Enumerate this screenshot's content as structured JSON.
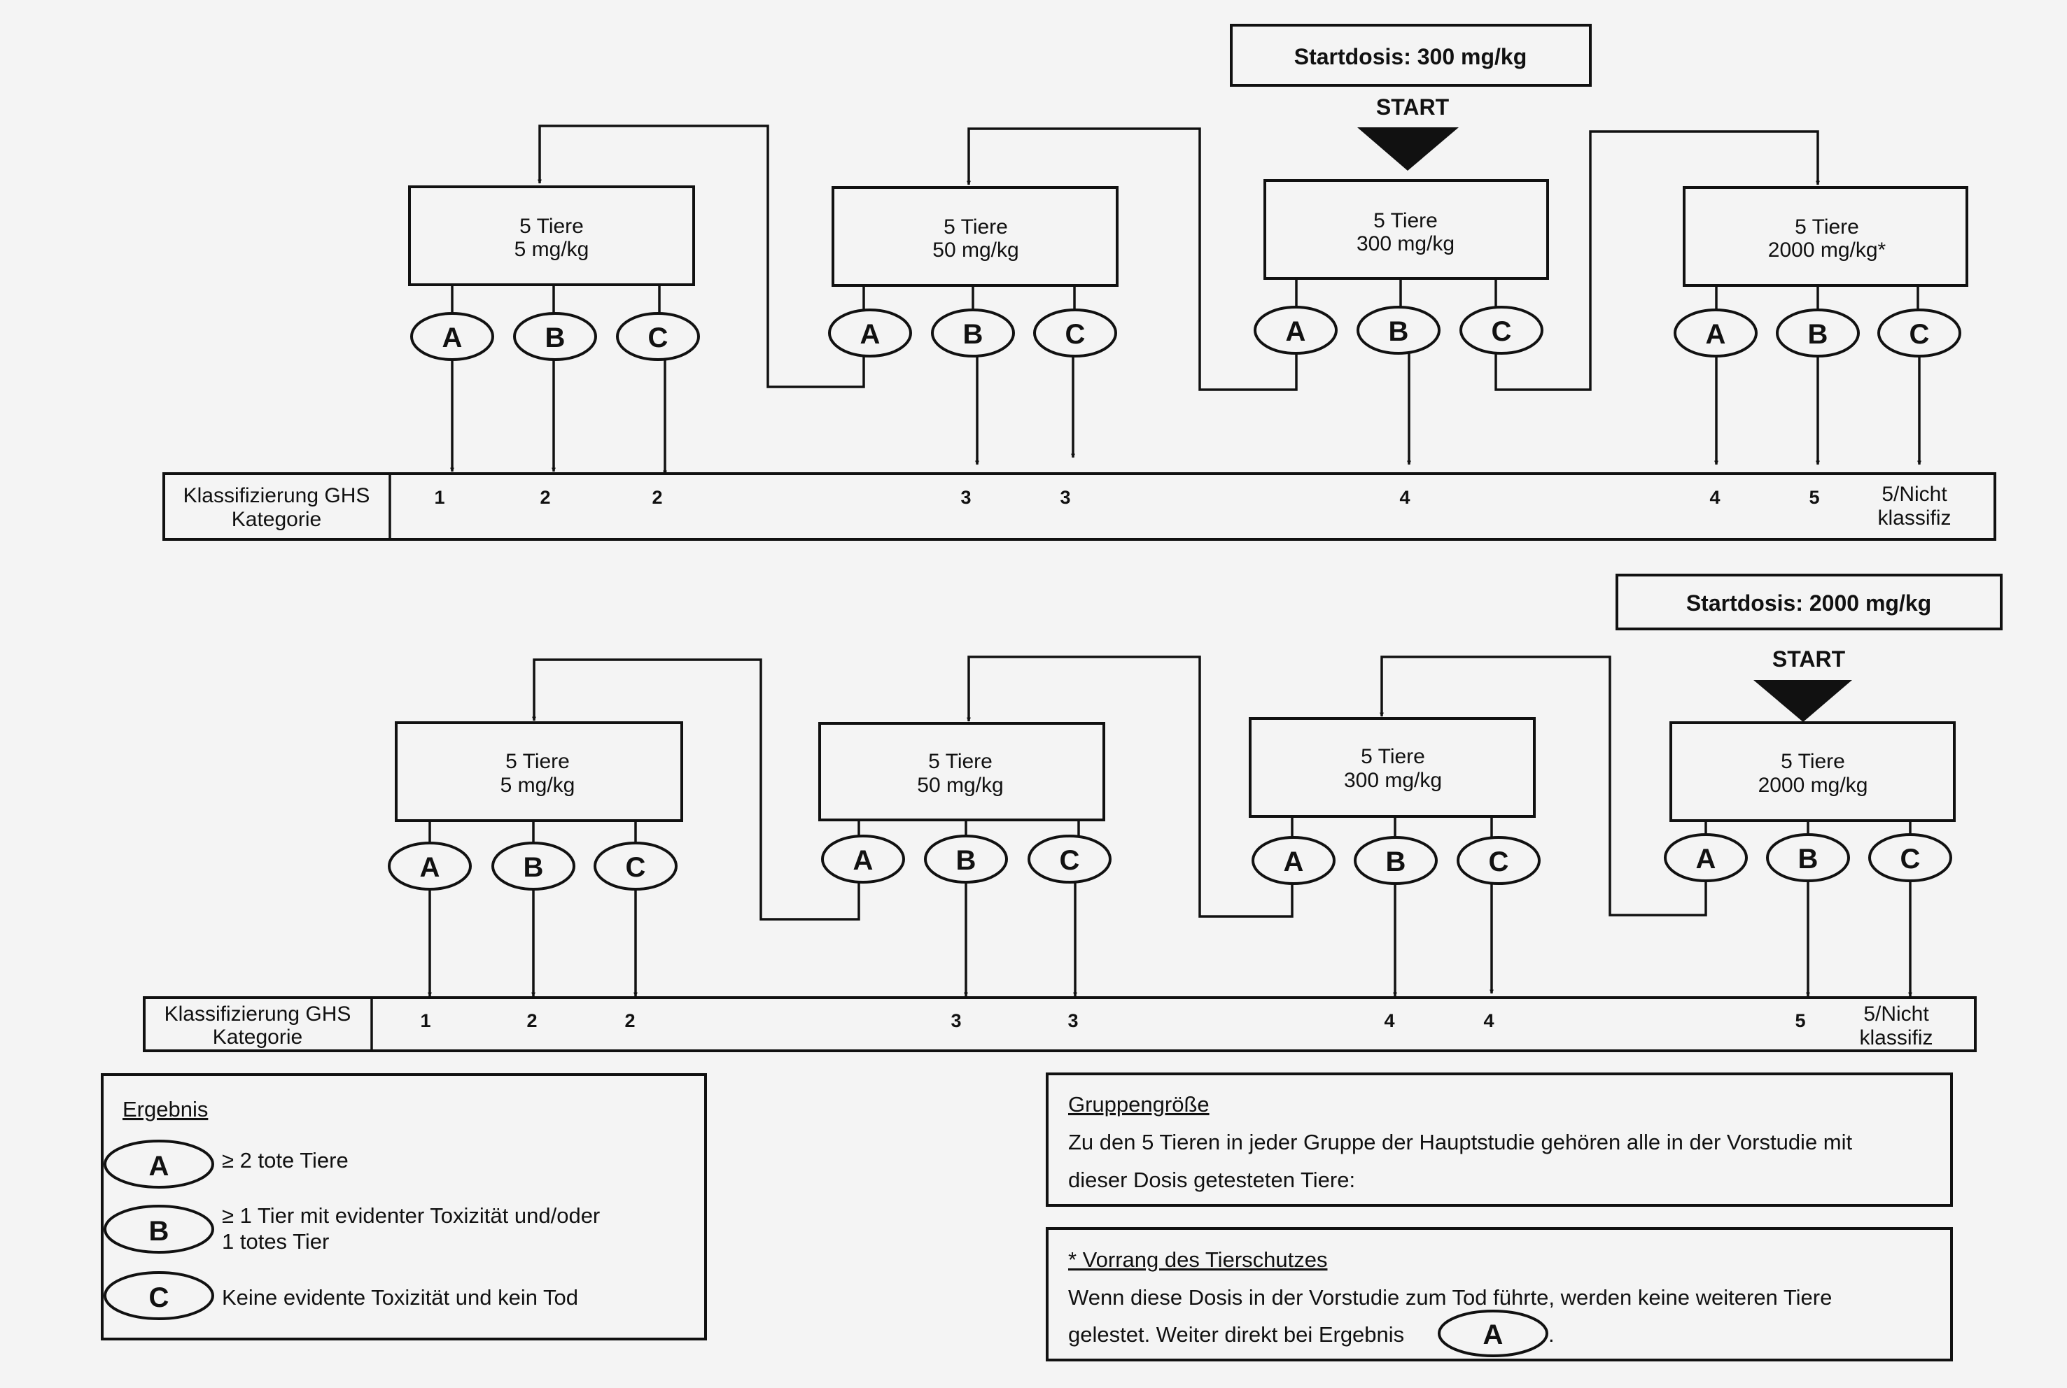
{
  "flowcharts": [
    {
      "id": "startdose-300",
      "startdose_label": "Startdosis: 300 mg/kg",
      "start_label": "START",
      "start_group_index": 2,
      "groups": [
        {
          "line1": "5 Tiere",
          "line2": "5 mg/kg",
          "outcomes": [
            "A",
            "B",
            "C"
          ]
        },
        {
          "line1": "5 Tiere",
          "line2": "50 mg/kg",
          "outcomes": [
            "A",
            "B",
            "C"
          ]
        },
        {
          "line1": "5 Tiere",
          "line2": "300 mg/kg",
          "outcomes": [
            "A",
            "B",
            "C"
          ]
        },
        {
          "line1": "5 Tiere",
          "line2": "2000 mg/kg*",
          "outcomes": [
            "A",
            "B",
            "C"
          ]
        }
      ],
      "transitions": [
        {
          "from_group": 1,
          "outcome": "A",
          "to_group": 0
        },
        {
          "from_group": 2,
          "outcome": "A",
          "to_group": 1
        },
        {
          "from_group": 2,
          "outcome": "C",
          "to_group": 3
        }
      ],
      "classification": {
        "label_line1": "Klassifizierung GHS",
        "label_line2": "Kategorie",
        "results": [
          {
            "from_group": 0,
            "outcome": "A",
            "category": "1"
          },
          {
            "from_group": 0,
            "outcome": "B",
            "category": "2"
          },
          {
            "from_group": 0,
            "outcome": "C",
            "category": "2"
          },
          {
            "from_group": 1,
            "outcome": "B",
            "category": "3"
          },
          {
            "from_group": 1,
            "outcome": "C",
            "category": "3"
          },
          {
            "from_group": 2,
            "outcome": "B",
            "category": "4"
          },
          {
            "from_group": 3,
            "outcome": "A",
            "category": "4"
          },
          {
            "from_group": 3,
            "outcome": "B",
            "category": "5"
          },
          {
            "from_group": 3,
            "outcome": "C",
            "category": "5/Nicht\nklassifiz"
          }
        ]
      }
    },
    {
      "id": "startdose-2000",
      "startdose_label": "Startdosis: 2000 mg/kg",
      "start_label": "START",
      "start_group_index": 3,
      "groups": [
        {
          "line1": "5 Tiere",
          "line2": "5 mg/kg",
          "outcomes": [
            "A",
            "B",
            "C"
          ]
        },
        {
          "line1": "5 Tiere",
          "line2": "50 mg/kg",
          "outcomes": [
            "A",
            "B",
            "C"
          ]
        },
        {
          "line1": "5 Tiere",
          "line2": "300 mg/kg",
          "outcomes": [
            "A",
            "B",
            "C"
          ]
        },
        {
          "line1": "5 Tiere",
          "line2": "2000 mg/kg",
          "outcomes": [
            "A",
            "B",
            "C"
          ]
        }
      ],
      "transitions": [
        {
          "from_group": 1,
          "outcome": "A",
          "to_group": 0
        },
        {
          "from_group": 2,
          "outcome": "A",
          "to_group": 1
        },
        {
          "from_group": 3,
          "outcome": "A",
          "to_group": 2
        }
      ],
      "classification": {
        "label_line1": "Klassifizierung GHS",
        "label_line2": "Kategorie",
        "results": [
          {
            "from_group": 0,
            "outcome": "A",
            "category": "1"
          },
          {
            "from_group": 0,
            "outcome": "B",
            "category": "2"
          },
          {
            "from_group": 0,
            "outcome": "C",
            "category": "2"
          },
          {
            "from_group": 1,
            "outcome": "B",
            "category": "3"
          },
          {
            "from_group": 1,
            "outcome": "C",
            "category": "3"
          },
          {
            "from_group": 2,
            "outcome": "B",
            "category": "4"
          },
          {
            "from_group": 2,
            "outcome": "C",
            "category": "4"
          },
          {
            "from_group": 3,
            "outcome": "B",
            "category": "5"
          },
          {
            "from_group": 3,
            "outcome": "C",
            "category": "5/Nicht\nklassifiz"
          }
        ]
      }
    }
  ],
  "legend": {
    "title": "Ergebnis",
    "items": [
      {
        "key": "A",
        "lines": [
          "≥ 2 tote Tiere"
        ]
      },
      {
        "key": "B",
        "lines": [
          "≥ 1 Tier mit evidenter Toxizität und/oder",
          "1 totes Tier"
        ]
      },
      {
        "key": "C",
        "lines": [
          "Keine evidente Toxizität und kein Tod"
        ]
      }
    ]
  },
  "notes": [
    {
      "title": "Gruppengröße",
      "lines": [
        "Zu den 5 Tieren in jeder Gruppe der Hauptstudie gehören alle in der Vorstudie mit",
        "dieser Dosis getesteten Tiere:"
      ]
    },
    {
      "title": "* Vorrang des Tierschutzes",
      "lines": [
        "Wenn diese Dosis in der Vorstudie zum Tod führte, werden keine weiteren Tiere",
        "gelestet. Weiter direkt bei Ergebnis"
      ],
      "inline_outcome": "A",
      "trailing": "."
    }
  ]
}
